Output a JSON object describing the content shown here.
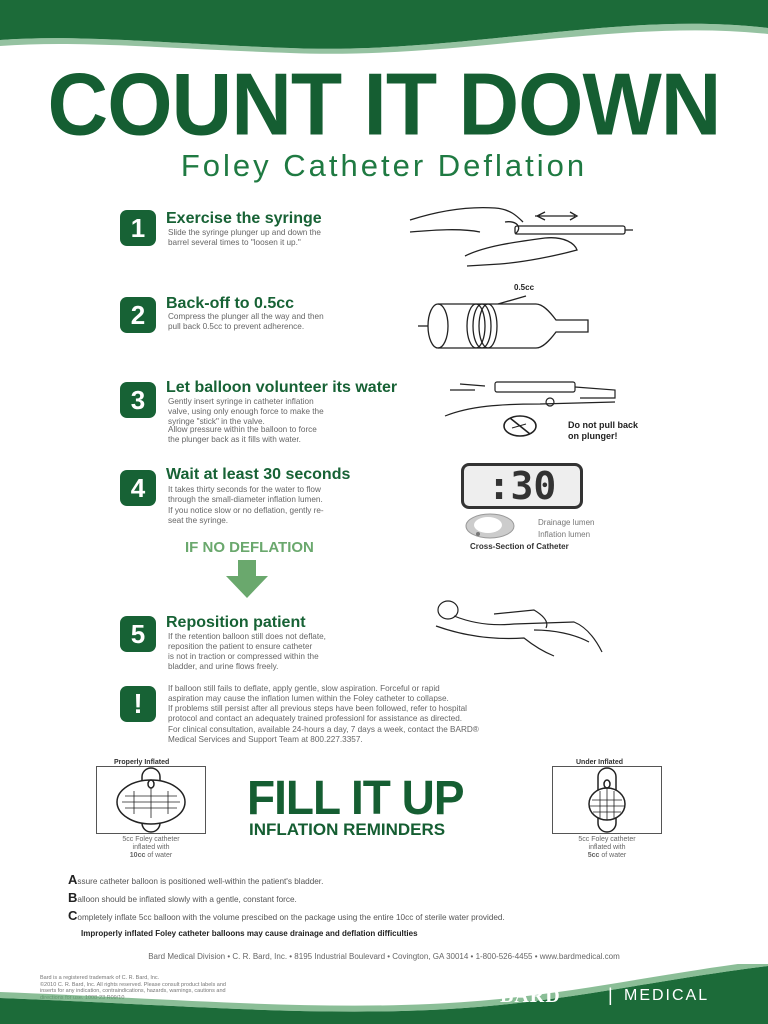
{
  "header": {
    "title": "COUNT IT DOWN",
    "subtitle": "Foley Catheter Deflation"
  },
  "steps": [
    {
      "number": "1",
      "title": "Exercise the syringe",
      "text": [
        "Slide the syringe plunger up and down the",
        "barrel several times to \"loosen it up.\""
      ]
    },
    {
      "number": "2",
      "title": "Back-off to 0.5cc",
      "text": [
        "Compress the plunger all the way and then",
        "pull back 0.5cc to prevent adherence."
      ]
    },
    {
      "number": "3",
      "title": "Let balloon volunteer its water",
      "text": [
        "Gently insert syringe in catheter inflation",
        "valve, using only enough force to make the",
        "syringe \"stick\" in the valve."
      ],
      "text2": [
        "Allow pressure within the balloon to force",
        "the plunger back as it fills with water."
      ]
    },
    {
      "number": "4",
      "title": "Wait at least 30 seconds",
      "text": [
        "It takes thirty seconds for the water to flow",
        "through the small-diameter inflation lumen."
      ],
      "text2": [
        "If you notice slow or no deflation, gently re-",
        "seat the syringe."
      ]
    },
    {
      "number": "5",
      "title": "Reposition patient",
      "text": [
        "If the retention balloon still does not deflate,",
        "reposition the patient to ensure catheter",
        "is not in traction or compressed within the",
        "bladder, and urine flows freely."
      ]
    }
  ],
  "labels": {
    "half_cc": "0.5cc",
    "no_pull": [
      "Do not pull back",
      "on plunger!"
    ],
    "timer": ":30",
    "drainage": "Drainage lumen",
    "inflation": "Inflation lumen",
    "cross_section": "Cross-Section of Catheter",
    "if_no_deflation": "IF NO DEFLATION"
  },
  "warning": {
    "icon": "!",
    "p1": [
      "If balloon still fails to deflate, apply gentle, slow aspiration. Forceful or rapid",
      "aspiration may cause the inflation lumen within the Foley catheter to collapse."
    ],
    "p2": [
      "If problems still persist after all previous steps have been followed, refer to hospital",
      "protocol and contact an adequately trained professionl for assistance as directed."
    ],
    "p3": [
      "For clinical consultation, available 24-hours a day, 7 days a week, contact the BARD®",
      "Medical Services and Support Team at 800.227.3357."
    ]
  },
  "fill": {
    "title": "FILL IT UP",
    "subtitle": "INFLATION REMINDERS",
    "left_label": "Properly Inflated",
    "left_caption": [
      "5cc Foley catheter",
      "inflated with"
    ],
    "left_amount": "10cc",
    "right_label": "Under Inflated",
    "right_caption": [
      "5cc Foley catheter",
      "inflated with"
    ],
    "right_amount": "5cc",
    "of_water": "of water"
  },
  "abc": [
    {
      "letter": "A",
      "text": "ssure catheter balloon is positioned well-within the patient's bladder."
    },
    {
      "letter": "B",
      "text": "alloon should be inflated slowly with a gentle, constant force."
    },
    {
      "letter": "C",
      "text": "ompletely inflate 5cc balloon with the volume prescibed on the package using the entire 10cc of sterile water provided."
    }
  ],
  "improper": "Improperly inflated Foley catheter balloons may cause drainage and deflation difficulties",
  "address": "Bard Medical Division • C. R. Bard, Inc. • 8195 Industrial Boulevard • Covington, GA 30014 • 1-800-526-4455 • www.bardmedical.com",
  "legal": [
    "Bard is a registered trademark of C. R. Bard, Inc.",
    "©2010 C. R. Bard, Inc. All rights reserved. Please consult product labels and",
    "inserts for any indication, contraindications, hazards, warnings, cautions and",
    "directions for use.  1008-23    R09/10"
  ],
  "brand": {
    "logo": "BARD",
    "divider": "|",
    "medical": "MEDICAL"
  }
}
